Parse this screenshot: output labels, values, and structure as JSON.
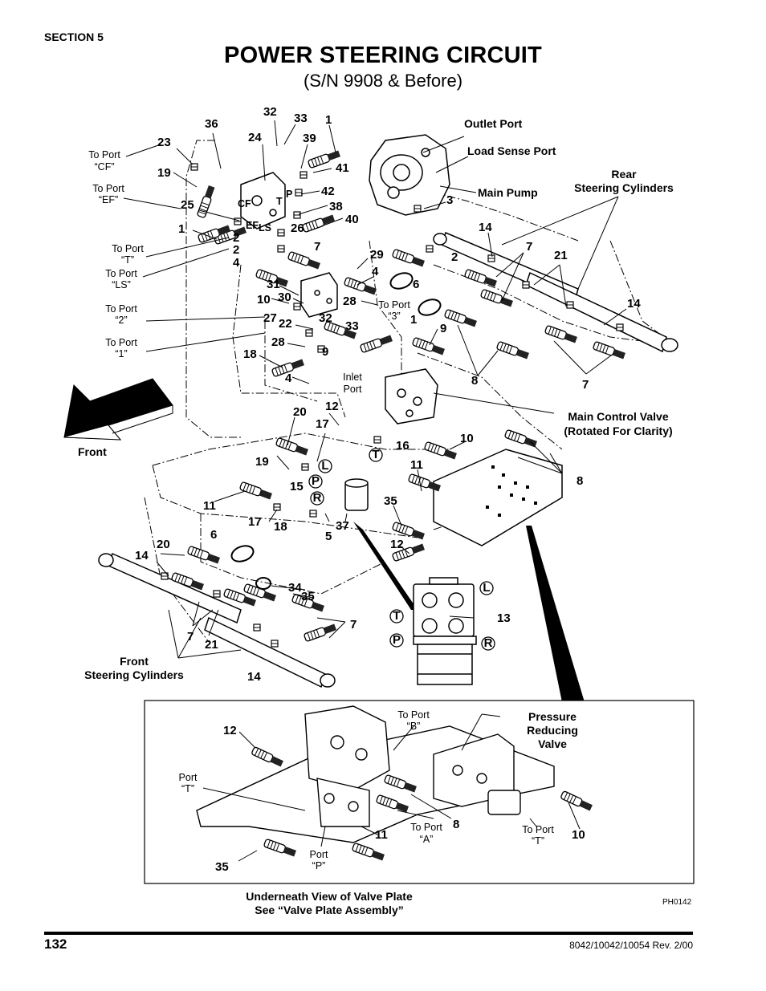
{
  "header": {
    "section": "SECTION 5",
    "title": "POWER STEERING CIRCUIT",
    "subtitle": "(S/N 9908 & Before)"
  },
  "footer": {
    "page_number": "132",
    "revision": "8042/10042/10054 Rev. 2/00",
    "figure_code": "PH0142"
  },
  "callouts": {
    "n1": "1",
    "n2": "2",
    "n3": "3",
    "n4": "4",
    "n5": "5",
    "n6": "6",
    "n7": "7",
    "n8": "8",
    "n9": "9",
    "n10": "10",
    "n11": "11",
    "n12": "12",
    "n13": "13",
    "n14": "14",
    "n15": "15",
    "n16": "16",
    "n17": "17",
    "n18": "18",
    "n19": "19",
    "n20": "20",
    "n21": "21",
    "n22": "22",
    "n23": "23",
    "n24": "24",
    "n25": "25",
    "n26": "26",
    "n27": "27",
    "n28": "28",
    "n29": "29",
    "n30": "30",
    "n31": "31",
    "n32": "32",
    "n33": "33",
    "n34": "34",
    "n35": "35",
    "n36": "36",
    "n37": "37",
    "n38": "38",
    "n39": "39",
    "n40": "40",
    "n41": "41",
    "n42": "42"
  },
  "labels": {
    "outlet_port": "Outlet Port",
    "load_sense_port": "Load Sense Port",
    "main_pump": "Main Pump",
    "rear_cyl_1": "Rear",
    "rear_cyl_2": "Steering Cylinders",
    "main_valve_1": "Main Control Valve",
    "main_valve_2": "(Rotated For Clarity)",
    "front": "Front",
    "front_cyl_1": "Front",
    "front_cyl_2": "Steering Cylinders",
    "inlet_1": "Inlet",
    "inlet_2": "Port",
    "to_port": "To Port",
    "port": "Port",
    "cf": "“CF”",
    "ef": "“EF”",
    "t": "“T”",
    "ls": "“LS”",
    "p2": "“2”",
    "p1": "“1”",
    "p3": "“3”",
    "pb": "“B”",
    "pa": "“A”",
    "pp": "“P”",
    "prv_1": "Pressure",
    "prv_2": "Reducing",
    "prv_3": "Valve",
    "letter_l": "L",
    "letter_p": "P",
    "letter_r": "R",
    "letter_t": "T"
  },
  "caption": {
    "line1": "Underneath View of Valve Plate",
    "line2": "See “Valve Plate Assembly”"
  }
}
